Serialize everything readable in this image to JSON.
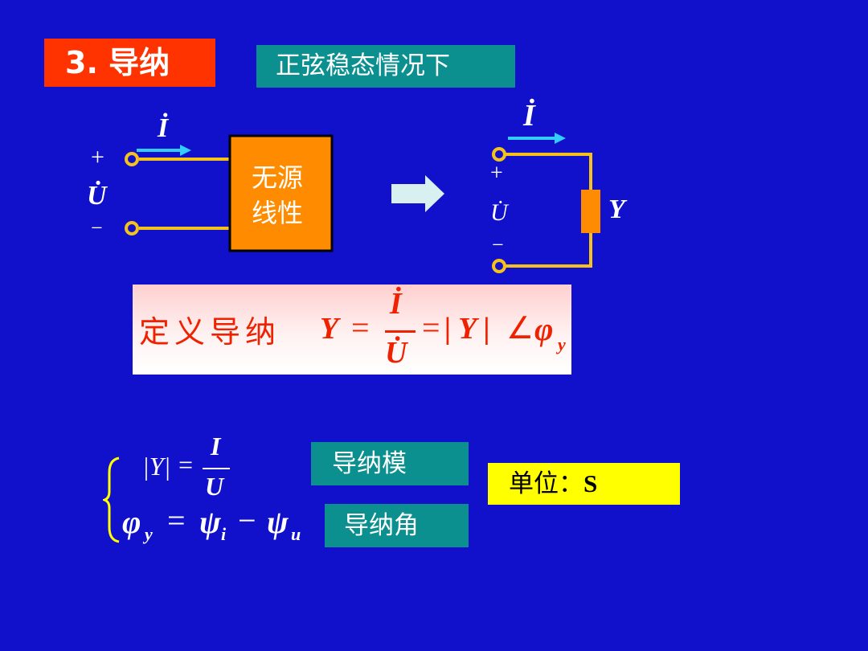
{
  "title": "3. 导纳",
  "subtitle": "正弦稳态情况下",
  "left_circuit": {
    "current_symbol": "İ",
    "plus": "+",
    "voltage_symbol": "U̇",
    "minus": "−",
    "box_line1": "无源",
    "box_line2": "线性"
  },
  "right_circuit": {
    "current_symbol": "İ",
    "plus": "+",
    "voltage_symbol": "U̇",
    "minus": "−",
    "element_label": "Y"
  },
  "definition": {
    "label": "定义导纳",
    "lhs": "Y",
    "eq1": "=",
    "numerator": "İ",
    "denominator": "U̇",
    "eq2": "=",
    "magnitude": "| Y |",
    "angle_symbol": "∠",
    "phi": "φ",
    "phi_sub": "y"
  },
  "formulas": {
    "mod_lhs": "|Y|",
    "mod_eq": "=",
    "mod_num": "I",
    "mod_den": "U",
    "phi": "φ",
    "phi_sub": "y",
    "eq": "=",
    "psi_i": "ψ",
    "psi_i_sub": "i",
    "minus": "−",
    "psi_u": "ψ",
    "psi_u_sub": "u"
  },
  "labels": {
    "modulus": "导纳模",
    "angle": "导纳角",
    "unit": "单位：",
    "unit_value": "S"
  },
  "colors": {
    "background": "#1111cc",
    "title_bg": "#ff3300",
    "teal": "#0b8f8f",
    "wire": "#f5c21b",
    "component": "#ff8c00",
    "arrow": "#33ccff",
    "unit_bg": "#ffff00",
    "definition_text": "#ee2200"
  }
}
